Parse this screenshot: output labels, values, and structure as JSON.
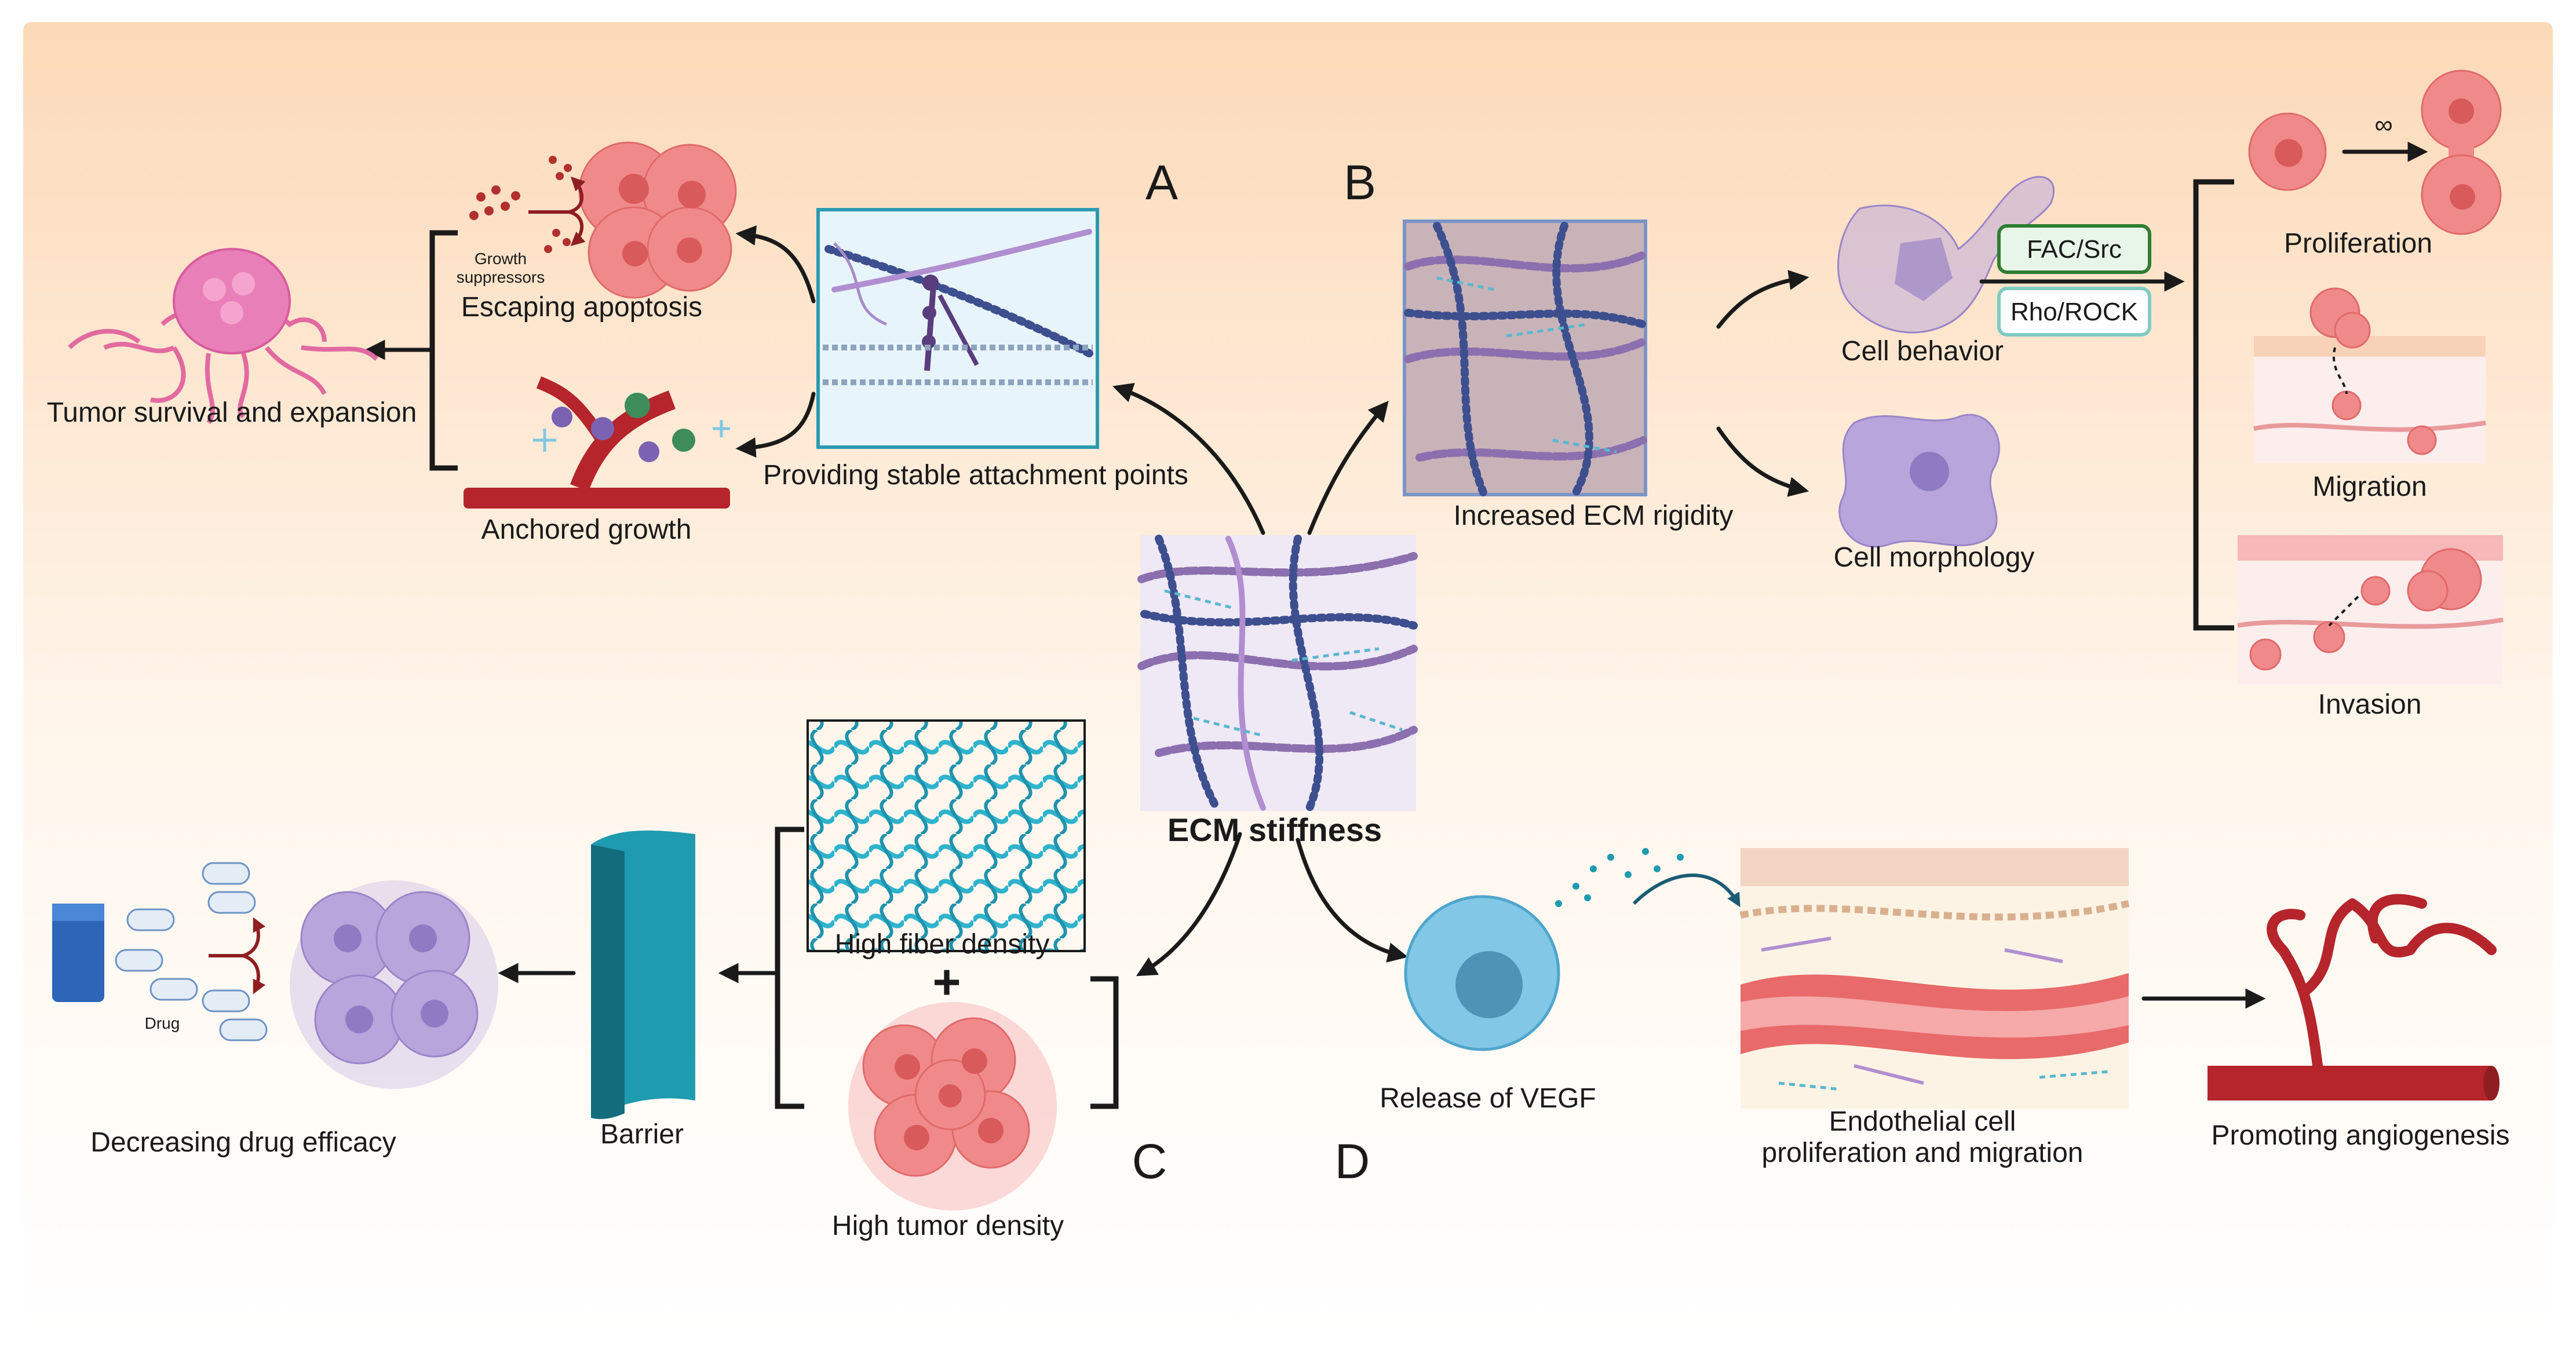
{
  "panels": {
    "A": "A",
    "B": "B",
    "C": "C",
    "D": "D"
  },
  "center": {
    "title": "ECM stiffness"
  },
  "panel_a": {
    "attachment_label": "Providing stable attachment points",
    "escaping_label": "Escaping apoptosis",
    "growth_suppressors_line1": "Growth",
    "growth_suppressors_line2": "suppressors",
    "anchored_label": "Anchored growth",
    "tumor_label": "Tumor survival and expansion"
  },
  "panel_b": {
    "rigidity_label": "Increased ECM rigidity",
    "behavior_label": "Cell behavior",
    "morphology_label": "Cell morphology",
    "pill_fac": "FAC/Src",
    "pill_rho": "Rho/ROCK",
    "proliferation_label": "Proliferation",
    "infinity_symbol": "∞",
    "migration_label": "Migration",
    "invasion_label": "Invasion"
  },
  "panel_c": {
    "fiber_label": "High fiber density",
    "plus_symbol": "+",
    "tumor_density_label": "High tumor density",
    "barrier_label": "Barrier",
    "drug_label": "Drug",
    "efficacy_label": "Decreasing drug efficacy"
  },
  "panel_d": {
    "vegf_label": "Release of VEGF",
    "endothelial_line1": "Endothelial cell",
    "endothelial_line2": "proliferation and migration",
    "angiogenesis_label": "Promoting angiogenesis"
  },
  "colors": {
    "background_top": "#fde3c8",
    "background_bottom": "#fffdf9",
    "pill_green_border": "#2e7d32",
    "pill_green_fill": "#e8f5e9",
    "pill_teal_border": "#80cbc4",
    "pill_teal_fill": "#ffffff",
    "barrier": "#1f9bb0",
    "vessel_red": "#b5252b",
    "tumor_pink": "#f08a8a",
    "purple_cell": "#b7a5db"
  }
}
